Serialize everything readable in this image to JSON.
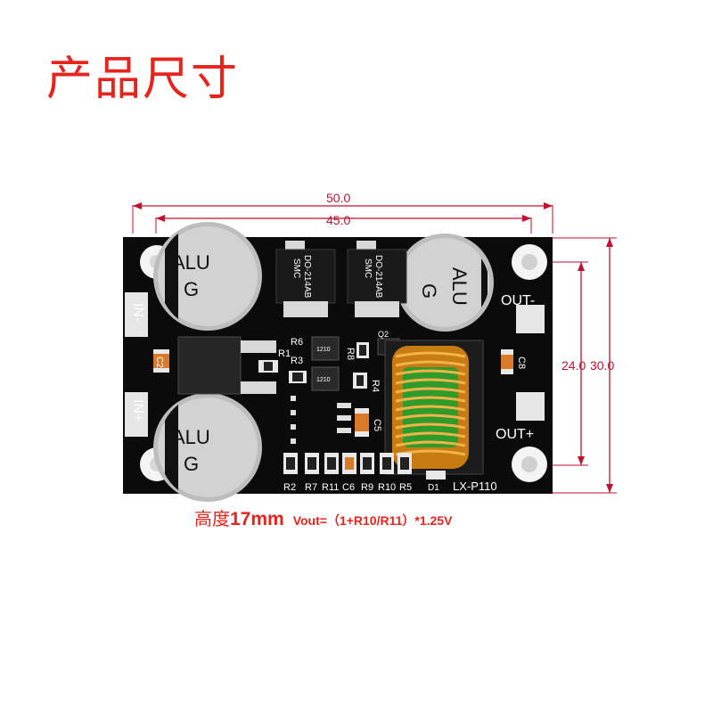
{
  "title": "产品尺寸",
  "dimensions": {
    "width_outer": "50.0",
    "width_inner": "45.0",
    "height_inner": "24.0",
    "height_outer": "30.0"
  },
  "caption": {
    "height_label": "高度",
    "height_value": "17mm",
    "formula": "Vout=（1+R10/R11）*1.25V"
  },
  "board": {
    "model": "LX-P110",
    "pcb_color": "#0b0b0b",
    "labels": {
      "in_minus": "IN-",
      "in_plus": "IN+",
      "out_minus": "OUT-",
      "out_plus": "OUT+",
      "cap_text_1": "ALU",
      "cap_text_2": "G",
      "diode_text_1": "SMC",
      "diode_text_2": "DO-214AB",
      "r6": "R6",
      "r1": "R1",
      "r3": "R3",
      "r8": "R8",
      "r4": "R4",
      "q2": "Q2",
      "c5": "C5",
      "c8": "C8",
      "c2": "C2",
      "res_value": "1210",
      "r2": "R2",
      "r7": "R7",
      "r11": "R11",
      "c6": "C6",
      "r9": "R9",
      "r10": "R10",
      "r5": "R5",
      "d1": "D1"
    }
  },
  "colors": {
    "accent_red": "#e8231c",
    "dimension_line": "#c2112e",
    "inductor_copper": "#c77b12",
    "inductor_core": "#2f9b2a",
    "smd_cap": "#d97a2a"
  }
}
